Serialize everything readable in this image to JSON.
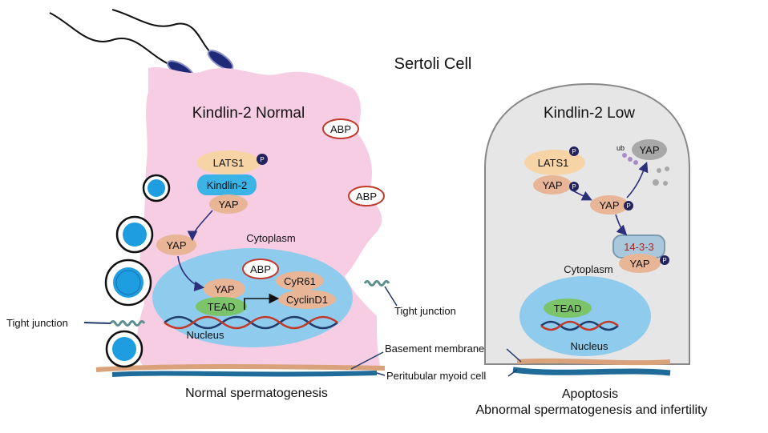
{
  "title": "Sertoli Cell",
  "left_cell": {
    "heading": "Kindlin-2 Normal",
    "abp_1": "ABP",
    "abp_2": "ABP",
    "abp_3": "ABP",
    "lats1": "LATS1",
    "kindlin2": "Kindlin-2",
    "yap_complex": "YAP",
    "yap_free": "YAP",
    "cytoplasm": "Cytoplasm",
    "yap_nuclear": "YAP",
    "cyr61": "CyR61",
    "tead": "TEAD",
    "cyclind1": "CyclinD1",
    "nucleus": "Nucleus",
    "phospho": "P"
  },
  "right_cell": {
    "heading": "Kindlin-2 Low",
    "lats1": "LATS1",
    "yap_1": "YAP",
    "yap_2": "YAP",
    "yap_ub": "YAP",
    "ub": "ub",
    "protein_1433": "14-3-3",
    "yap_bound": "YAP",
    "cytoplasm": "Cytoplasm",
    "tead": "TEAD",
    "nucleus": "Nucleus",
    "phospho": "P"
  },
  "labels": {
    "tight_junction_left": "Tight junction",
    "tight_junction_right": "Tight junction",
    "basement_membrane": "Basement membrane",
    "peritubular_myoid_cell": "Peritubular myoid cell",
    "normal_spermatogenesis": "Normal spermatogenesis",
    "apoptosis": "Apoptosis",
    "abnormal": "Abnormal spermatogenesis and infertility"
  },
  "colors": {
    "cell_pink": "#f7cde3",
    "cell_gray": "#e6e6e6",
    "nucleus_blue": "#8ecbec",
    "lats1_orange": "#f7d4a6",
    "kindlin_blue": "#3ab3e6",
    "yap_tan": "#e8b596",
    "tead_green": "#7cc46a",
    "phospho_navy": "#23235e",
    "abp_red": "#c0392b",
    "germ_blue": "#1e9ee0",
    "arrow_navy": "#2c2f7a"
  }
}
